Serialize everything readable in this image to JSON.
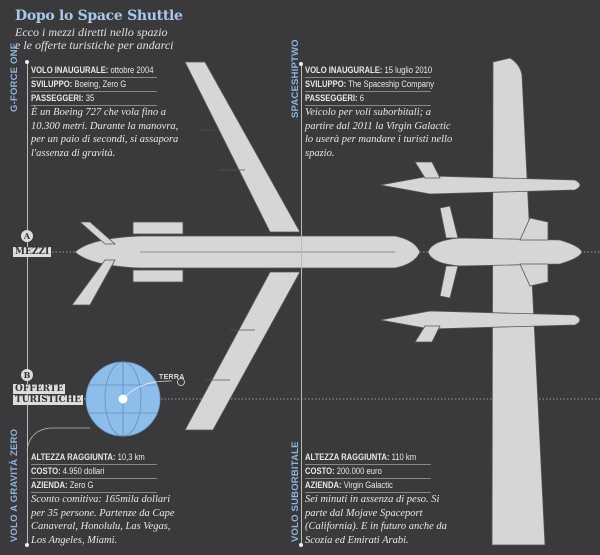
{
  "header": {
    "title": "Dopo lo Space Shuttle",
    "subtitle_lines": [
      "Ecco i mezzi diretti nello spazio",
      "e le offerte turistiche per andarci"
    ]
  },
  "sections": {
    "a": {
      "letter": "A",
      "label": "MEZZI"
    },
    "b": {
      "letter": "B",
      "label_lines": [
        "OFFERTE",
        "TURISTICHE"
      ]
    }
  },
  "globe": {
    "label": "TERRA",
    "color": "#8fbde9"
  },
  "vehicles": [
    {
      "name": "G-FORCE ONE",
      "rows": [
        {
          "k": "VOLO INAUGURALE:",
          "v": "ottobre 2004"
        },
        {
          "k": "SVILUPPO:",
          "v": "Boeing, Zero G"
        },
        {
          "k": "PASSEGGERI:",
          "v": "35"
        }
      ],
      "description": "È un Boeing 727 che vola fino a 10.300 metri. Durante la manovra, per un paio di secondi, si assapora l'assenza di gravità."
    },
    {
      "name": "SPACESHIPTWO",
      "rows": [
        {
          "k": "VOLO INAUGURALE:",
          "v": "15 luglio 2010"
        },
        {
          "k": "SVILUPPO:",
          "v": "The Spaceship Company"
        },
        {
          "k": "PASSEGGERI:",
          "v": "6"
        }
      ],
      "description": "Veicolo per voli suborbitali; a partire dal 2011 la Virgin Galactic lo userà per mandare i turisti nello spazio."
    }
  ],
  "offers": [
    {
      "name": "VOLO A GRAVITÀ ZERO",
      "rows": [
        {
          "k": "ALTEZZA RAGGIUNTA:",
          "v": "10,3 km"
        },
        {
          "k": "COSTO:",
          "v": "4.950 dollari"
        },
        {
          "k": "AZIENDA:",
          "v": "Zero G"
        }
      ],
      "description": "Sconto comitiva: 165mila dollari per 35 persone. Partenze da Cape Canaveral, Honolulu, Las Vegas, Los Angeles, Miami."
    },
    {
      "name": "VOLO SUBORBITALE",
      "rows": [
        {
          "k": "ALTEZZA RAGGIUNTA:",
          "v": "110 km"
        },
        {
          "k": "COSTO:",
          "v": "200.000 euro"
        },
        {
          "k": "AZIENDA:",
          "v": "Virgin Galactic"
        }
      ],
      "description": "Sei minuti in assenza di peso. Si parte dal Mojave Spaceport (California). E in futuro anche da Scozia ed Emirati Arabi."
    }
  ]
}
